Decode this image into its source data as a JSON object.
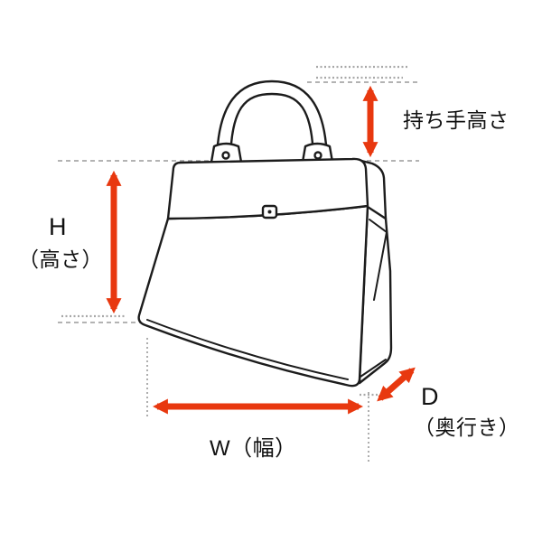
{
  "diagram": {
    "labels": {
      "handle_height": "持ち手高さ",
      "height_letter": "H",
      "height_word": "（高さ）",
      "width": "W（幅）",
      "depth_letter": "D",
      "depth_word": "（奥行き）"
    },
    "colors": {
      "arrow": "#e8380f",
      "line": "#1c1c1c",
      "guide": "#9a9a9a",
      "background": "#ffffff"
    },
    "arrows": [
      {
        "name": "handle-height-arrow",
        "label": "持ち手高さ",
        "direction": "vertical"
      },
      {
        "name": "height-arrow",
        "label": "H（高さ）",
        "direction": "vertical"
      },
      {
        "name": "width-arrow",
        "label": "W（幅）",
        "direction": "horizontal"
      },
      {
        "name": "depth-arrow",
        "label": "D（奥行き）",
        "direction": "diagonal"
      }
    ]
  }
}
